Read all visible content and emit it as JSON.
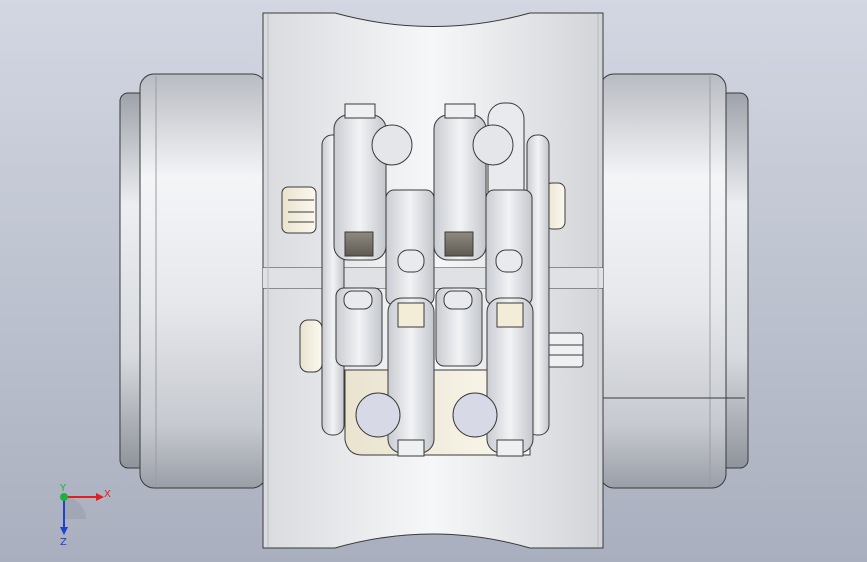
{
  "view": {
    "background_top": "#d3d7e2",
    "background_bottom": "#a9afbe"
  },
  "triad": {
    "x_label": "X",
    "y_label": "Y",
    "z_label": "Z",
    "x_color": "#e02020",
    "y_color": "#20b040",
    "z_color": "#2040d0"
  }
}
